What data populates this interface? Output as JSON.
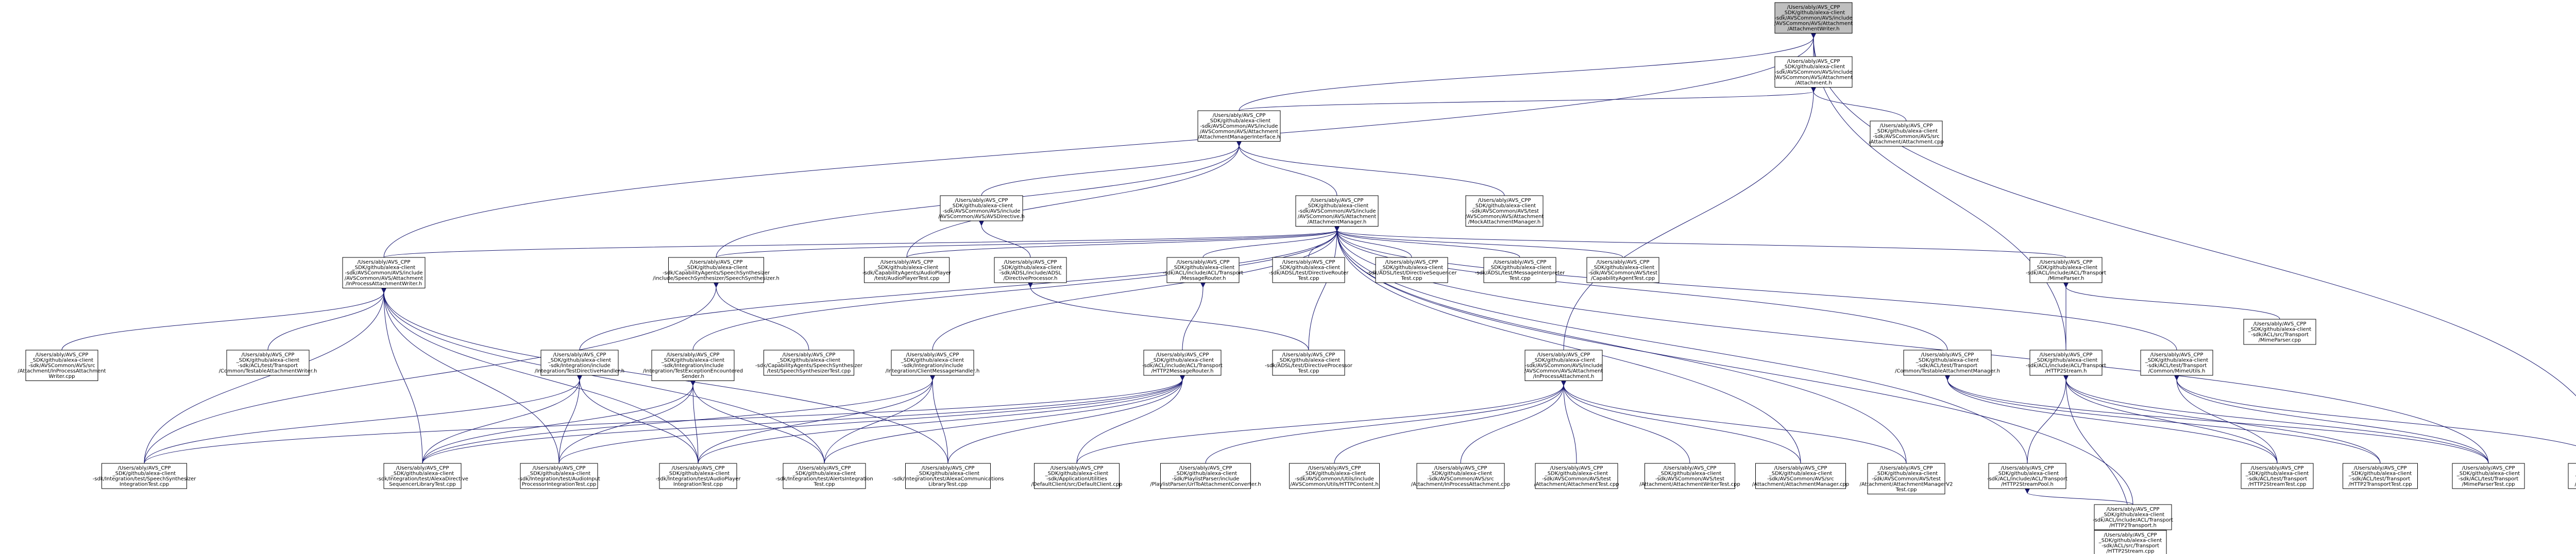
{
  "colors": {
    "root_fill": "#bfbfbf",
    "node_fill": "#ffffff",
    "node_border_black": "#000000",
    "node_border_red": "#ff0000",
    "edge": "#191970"
  },
  "nodes": [
    {
      "id": "root",
      "style": "root",
      "label": [
        "/Users/ably/AVS_CPP",
        "_SDK/github/alexa-client",
        "-sdk/AVSCommon/AVS/include",
        "/AVSCommon/AVS/Attachment",
        "/AttachmentWriter.h"
      ]
    },
    {
      "id": "att",
      "style": "black",
      "label": [
        "/Users/ably/AVS_CPP",
        "_SDK/github/alexa-client",
        "-sdk/AVSCommon/AVS/include",
        "/AVSCommon/AVS/Attachment",
        "/Attachment.h"
      ]
    },
    {
      "id": "attcpp",
      "style": "black",
      "label": [
        "/Users/ably/AVS_CPP",
        "_SDK/github/alexa-client",
        "-sdk/AVSCommon/AVS/src",
        "/Attachment/Attachment.cpp"
      ]
    },
    {
      "id": "ami",
      "style": "black",
      "label": [
        "/Users/ably/AVS_CPP",
        "_SDK/github/alexa-client",
        "-sdk/AVSCommon/AVS/include",
        "/AVSCommon/AVS/Attachment",
        "/AttachmentManagerInterface.h"
      ]
    },
    {
      "id": "avsdir",
      "style": "red",
      "label": [
        "/Users/ably/AVS_CPP",
        "_SDK/github/alexa-client",
        "-sdk/AVSCommon/AVS/include",
        "/AVSCommon/AVS/AVSDirective.h"
      ]
    },
    {
      "id": "am",
      "style": "black",
      "label": [
        "/Users/ably/AVS_CPP",
        "_SDK/github/alexa-client",
        "-sdk/AVSCommon/AVS/include",
        "/AVSCommon/AVS/Attachment",
        "/AttachmentManager.h"
      ]
    },
    {
      "id": "mockam",
      "style": "red",
      "label": [
        "/Users/ably/AVS_CPP",
        "_SDK/github/alexa-client",
        "-sdk/AVSCommon/AVS/test",
        "/AVSCommon/AVS/Attachment",
        "/MockAttachmentManager.h"
      ]
    },
    {
      "id": "ipaw",
      "style": "black",
      "label": [
        "/Users/ably/AVS_CPP",
        "_SDK/github/alexa-client",
        "-sdk/AVSCommon/AVS/include",
        "/AVSCommon/AVS/Attachment",
        "/InProcessAttachmentWriter.h"
      ]
    },
    {
      "id": "speechsynth",
      "style": "red",
      "label": [
        "/Users/ably/AVS_CPP",
        "_SDK/github/alexa-client",
        "-sdk/CapabilityAgents/SpeechSynthesizer",
        "/include/SpeechSynthesizer/SpeechSynthesizer.h"
      ]
    },
    {
      "id": "audioplayertest",
      "style": "black",
      "label": [
        "/Users/ably/AVS_CPP",
        "_SDK/github/alexa-client",
        "-sdk/CapabilityAgents/AudioPlayer",
        "/test/AudioPlayerTest.cpp"
      ]
    },
    {
      "id": "dirproc",
      "style": "red",
      "label": [
        "/Users/ably/AVS_CPP",
        "_SDK/github/alexa-client",
        "-sdk/ADSL/include/ADSL",
        "/DirectiveProcessor.h"
      ]
    },
    {
      "id": "msgrouter",
      "style": "red",
      "label": [
        "/Users/ably/AVS_CPP",
        "_SDK/github/alexa-client",
        "-sdk/ACL/include/ACL/Transport",
        "/MessageRouter.h"
      ]
    },
    {
      "id": "dirroutertest",
      "style": "black",
      "label": [
        "/Users/ably/AVS_CPP",
        "_SDK/github/alexa-client",
        "-sdk/ADSL/test/DirectiveRouter",
        "Test.cpp"
      ]
    },
    {
      "id": "dirseqtest",
      "style": "black",
      "label": [
        "/Users/ably/AVS_CPP",
        "_SDK/github/alexa-client",
        "-sdk/ADSL/test/DirectiveSequencer",
        "Test.cpp"
      ]
    },
    {
      "id": "msginterptest",
      "style": "black",
      "label": [
        "/Users/ably/AVS_CPP",
        "_SDK/github/alexa-client",
        "-sdk/ADSL/test/MessageInterpreter",
        "Test.cpp"
      ]
    },
    {
      "id": "capagenttest",
      "style": "black",
      "label": [
        "/Users/ably/AVS_CPP",
        "_SDK/github/alexa-client",
        "-sdk/AVSCommon/AVS/test",
        "/CapabilityAgentTest.cpp"
      ]
    },
    {
      "id": "mimeparserh",
      "style": "black",
      "label": [
        "/Users/ably/AVS_CPP",
        "_SDK/github/alexa-client",
        "-sdk/ACL/include/ACL/Transport",
        "/MimeParser.h"
      ]
    },
    {
      "id": "mimeparsercpp",
      "style": "black",
      "label": [
        "/Users/ably/AVS_CPP",
        "_SDK/github/alexa-client",
        "-sdk/ACL/src/Transport",
        "/MimeParser.cpp"
      ]
    },
    {
      "id": "ipawcpp",
      "style": "black",
      "label": [
        "/Users/ably/AVS_CPP",
        "_SDK/github/alexa-client",
        "-sdk/AVSCommon/AVS/src",
        "/Attachment/InProcessAttachment",
        "Writer.cpp"
      ]
    },
    {
      "id": "testablewriter",
      "style": "red",
      "label": [
        "/Users/ably/AVS_CPP",
        "_SDK/github/alexa-client",
        "-sdk/ACL/test/Transport",
        "/Common/TestableAttachmentWriter.h"
      ]
    },
    {
      "id": "testdirhandler",
      "style": "red",
      "label": [
        "/Users/ably/AVS_CPP",
        "_SDK/github/alexa-client",
        "-sdk/Integration/include",
        "/Integration/TestDirectiveHandler.h"
      ]
    },
    {
      "id": "testexcsender",
      "style": "red",
      "label": [
        "/Users/ably/AVS_CPP",
        "_SDK/github/alexa-client",
        "-sdk/Integration/include",
        "/Integration/TestExceptionEncountered",
        "Sender.h"
      ]
    },
    {
      "id": "ssyntest",
      "style": "black",
      "label": [
        "/Users/ably/AVS_CPP",
        "_SDK/github/alexa-client",
        "-sdk/CapabilityAgents/SpeechSynthesizer",
        "/test/SpeechSynthesizerTest.cpp"
      ]
    },
    {
      "id": "testclientmsg",
      "style": "red",
      "label": [
        "/Users/ably/AVS_CPP",
        "_SDK/github/alexa-client",
        "-sdk/Integration/include",
        "/Integration/ClientMessageHandler.h"
      ]
    },
    {
      "id": "httpmsgrouter",
      "style": "red",
      "label": [
        "/Users/ably/AVS_CPP",
        "_SDK/github/alexa-client",
        "-sdk/ACL/include/ACL/Transport",
        "/HTTP2MessageRouter.h"
      ]
    },
    {
      "id": "dirproctest",
      "style": "black",
      "label": [
        "/Users/ably/AVS_CPP",
        "_SDK/github/alexa-client",
        "-sdk/ADSL/test/DirectiveProcessor",
        "Test.cpp"
      ]
    },
    {
      "id": "ipah",
      "style": "black",
      "label": [
        "/Users/ably/AVS_CPP",
        "_SDK/github/alexa-client",
        "-sdk/AVSCommon/AVS/include",
        "/AVSCommon/AVS/Attachment",
        "/InProcessAttachment.h"
      ]
    },
    {
      "id": "http2stream",
      "style": "black",
      "label": [
        "/Users/ably/AVS_CPP",
        "_SDK/github/alexa-client",
        "-sdk/ACL/include/ACL/Transport",
        "/HTTP2Stream.h"
      ]
    },
    {
      "id": "testableattmgr",
      "style": "red",
      "label": [
        "/Users/ably/AVS_CPP",
        "_SDK/github/alexa-client",
        "-sdk/ACL/test/Transport",
        "/Common/TestableAttachmentManager.h"
      ]
    },
    {
      "id": "mimeutils",
      "style": "red",
      "label": [
        "/Users/ably/AVS_CPP",
        "_SDK/github/alexa-client",
        "-sdk/ACL/test/Transport",
        "/Common/MimeUtils.h"
      ]
    },
    {
      "id": "testablewritercpp",
      "style": "black",
      "label": [
        "/Users/ably/AVS_CPP",
        "_SDK/github/alexa-client",
        "-sdk/AVSCommon/AVS/src",
        "/Attachment/InProcessAttachment",
        "Writer.cpp"
      ]
    },
    {
      "id": "testablewriterh2",
      "style": "red",
      "label": [
        "/Users/ably/AVS_CPP",
        "_SDK/github/alexa-client",
        "-sdk/ACL/test/Transport",
        "/Common/TestableAttachmentWriter.h"
      ]
    },
    {
      "id": "aipit",
      "style": "black",
      "label": [
        "/Users/ably/AVS_CPP",
        "_SDK/github/alexa-client",
        "-sdk/Integration/test/SpeechSynthesizer",
        "IntegrationTest.cpp"
      ]
    },
    {
      "id": "alexadirseq",
      "style": "black",
      "label": [
        "/Users/ably/AVS_CPP",
        "_SDK/github/alexa-client",
        "-sdk/Integration/test/AlexaDirective",
        "SequencerLibraryTest.cpp"
      ]
    },
    {
      "id": "audioinputproc",
      "style": "black",
      "label": [
        "/Users/ably/AVS_CPP",
        "_SDK/github/alexa-client",
        "-sdk/Integration/test/AudioInput",
        "ProcessorIntegrationTest.cpp"
      ]
    },
    {
      "id": "audioplayerit",
      "style": "black",
      "label": [
        "/Users/ably/AVS_CPP",
        "_SDK/github/alexa-client",
        "-sdk/Integration/test/AudioPlayer",
        "IntegrationTest.cpp"
      ]
    },
    {
      "id": "alertsit",
      "style": "black",
      "label": [
        "/Users/ably/AVS_CPP",
        "_SDK/github/alexa-client",
        "-sdk/Integration/test/AlertsIntegration",
        "Test.cpp"
      ]
    },
    {
      "id": "alexacomm",
      "style": "black",
      "label": [
        "/Users/ably/AVS_CPP",
        "_SDK/github/alexa-client",
        "-sdk/Integration/test/AlexaCommunications",
        "LibraryTest.cpp"
      ]
    },
    {
      "id": "defaultclient",
      "style": "black",
      "label": [
        "/Users/ably/AVS_CPP",
        "_SDK/github/alexa-client",
        "-sdk/ApplicationUtilities",
        "/DefaultClient/src/DefaultClient.cpp"
      ]
    },
    {
      "id": "urlconverter",
      "style": "red",
      "label": [
        "/Users/ably/AVS_CPP",
        "_SDK/github/alexa-client",
        "-sdk/PlaylistParser/include",
        "/PlaylistParser/UrlToAttachmentConverter.h"
      ]
    },
    {
      "id": "httpcontent",
      "style": "red",
      "label": [
        "/Users/ably/AVS_CPP",
        "_SDK/github/alexa-client",
        "-sdk/AVSCommon/Utils/include",
        "/AVSCommon/Utils/HTTPContent.h"
      ]
    },
    {
      "id": "ipacpp",
      "style": "black",
      "label": [
        "/Users/ably/AVS_CPP",
        "_SDK/github/alexa-client",
        "-sdk/AVSCommon/AVS/src",
        "/Attachment/InProcessAttachment.cpp"
      ]
    },
    {
      "id": "atttest",
      "style": "black",
      "label": [
        "/Users/ably/AVS_CPP",
        "_SDK/github/alexa-client",
        "-sdk/AVSCommon/AVS/test",
        "/Attachment/AttachmentTest.cpp"
      ]
    },
    {
      "id": "attwritertest",
      "style": "black",
      "label": [
        "/Users/ably/AVS_CPP",
        "_SDK/github/alexa-client",
        "-sdk/AVSCommon/AVS/test",
        "/Attachment/AttachmentWriterTest.cpp"
      ]
    },
    {
      "id": "attmgrcpp",
      "style": "black",
      "label": [
        "/Users/ably/AVS_CPP",
        "_SDK/github/alexa-client",
        "-sdk/AVSCommon/AVS/src",
        "/Attachment/AttachmentManager.cpp"
      ]
    },
    {
      "id": "attmgrv2test",
      "style": "black",
      "label": [
        "/Users/ably/AVS_CPP",
        "_SDK/github/alexa-client",
        "-sdk/AVSCommon/AVS/test",
        "/Attachment/AttachmentManagerV2",
        "Test.cpp"
      ]
    },
    {
      "id": "httpstreampool",
      "style": "red",
      "label": [
        "/Users/ably/AVS_CPP",
        "_SDK/github/alexa-client",
        "-sdk/ACL/include/ACL/Transport",
        "/HTTP2StreamPool.h"
      ]
    },
    {
      "id": "http2transporth",
      "style": "red",
      "label": [
        "/Users/ably/AVS_CPP",
        "_SDK/github/alexa-client",
        "-sdk/ACL/include/ACL/Transport",
        "/HTTP2Transport.h"
      ]
    },
    {
      "id": "http2streamcpp",
      "style": "black",
      "label": [
        "/Users/ably/AVS_CPP",
        "_SDK/github/alexa-client",
        "-sdk/ACL/src/Transport",
        "/HTTP2Stream.cpp"
      ]
    },
    {
      "id": "http2streamtest",
      "style": "black",
      "label": [
        "/Users/ably/AVS_CPP",
        "_SDK/github/alexa-client",
        "-sdk/ACL/test/Transport",
        "/HTTP2StreamTest.cpp"
      ]
    },
    {
      "id": "http2transporttest",
      "style": "black",
      "label": [
        "/Users/ably/AVS_CPP",
        "_SDK/github/alexa-client",
        "-sdk/ACL/test/Transport",
        "/HTTP2TransportTest.cpp"
      ]
    },
    {
      "id": "mimeparsertest",
      "style": "black",
      "label": [
        "/Users/ably/AVS_CPP",
        "_SDK/github/alexa-client",
        "-sdk/ACL/test/Transport",
        "/MimeParserTest.cpp"
      ]
    },
    {
      "id": "mimeparserfuzz",
      "style": "black",
      "label": [
        "/Users/ably/AVS_CPP",
        "_SDK/github/alexa-client",
        "-sdk/ACL/test/Transport",
        "/MimeParserFuzzTest.cpp"
      ]
    }
  ]
}
